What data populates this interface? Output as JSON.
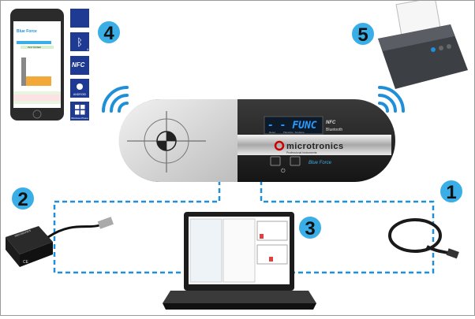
{
  "badges": [
    "1",
    "2",
    "3",
    "4",
    "5"
  ],
  "device": {
    "display": "- - FUNC",
    "display_sub_left": "Reset",
    "display_sub_right": "Planarità • Tenditore",
    "nfc": "NFC",
    "bluetooth": "Bluetooth",
    "brand": "microtronics",
    "brand_tagline": "Professional Instruments",
    "blue_force": "Blue Force"
  },
  "platforms": [
    "",
    "4.0",
    "NFC",
    "ANDROID",
    "Windows Phone"
  ],
  "phone": {
    "app_name": "Blue Force",
    "test_button": "TEST PASSED"
  },
  "dongle": {
    "brand": "microtronics",
    "mark": "CE"
  },
  "colors": {
    "accent": "#1e8fd8",
    "badge": "#3aaee6",
    "platform_tile": "#1f3a93"
  }
}
